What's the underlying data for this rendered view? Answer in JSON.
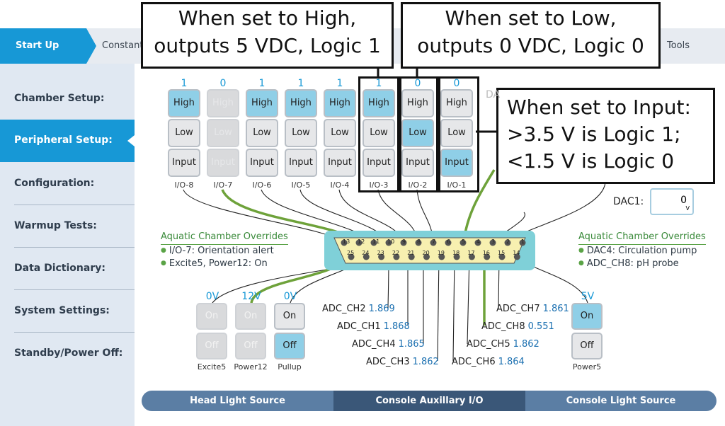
{
  "top_tabs": {
    "start_up": "Start Up",
    "constant": "Constant",
    "tools": "Tools"
  },
  "sidebar": {
    "items": [
      {
        "label": "Chamber Setup:"
      },
      {
        "label": "Peripheral Setup:"
      },
      {
        "label": "Configuration:"
      },
      {
        "label": "Warmup Tests:"
      },
      {
        "label": "Data Dictionary:"
      },
      {
        "label": "System Settings:"
      },
      {
        "label": "Standby/Power Off:"
      }
    ]
  },
  "callouts": {
    "high_line1": "When set to High,",
    "high_line2": "outputs 5 VDC, Logic 1",
    "low_line1": "When set to Low,",
    "low_line2": "outputs 0 VDC, Logic 0",
    "input_line1": "When set to Input:",
    "input_line2": ">3.5 V is Logic 1;",
    "input_line3": "<1.5 V is Logic 0"
  },
  "io_buttons": {
    "high": "High",
    "low": "Low",
    "input": "Input"
  },
  "io": [
    {
      "name": "I/O-8",
      "value": "1",
      "selected": "high"
    },
    {
      "name": "I/O-7",
      "value": "0",
      "selected": "none"
    },
    {
      "name": "I/O-6",
      "value": "1",
      "selected": "high"
    },
    {
      "name": "I/O-5",
      "value": "1",
      "selected": "high"
    },
    {
      "name": "I/O-4",
      "value": "1",
      "selected": "high"
    },
    {
      "name": "I/O-3",
      "value": "1",
      "selected": "high"
    },
    {
      "name": "I/O-2",
      "value": "0",
      "selected": "low"
    },
    {
      "name": "I/O-1",
      "value": "0",
      "selected": "input"
    }
  ],
  "dac_partial": "DA",
  "dac1": {
    "label": "DAC1:",
    "value": "0",
    "unit": "V"
  },
  "overrides_left": {
    "title": "Aquatic Chamber Overrides",
    "items": [
      "I/O-7: Orientation alert",
      "Excite5, Power12: On"
    ]
  },
  "overrides_right": {
    "title": "Aquatic Chamber Overrides",
    "items": [
      "DAC4: Circulation pump",
      "ADC_CH8: pH probe"
    ]
  },
  "connector": {
    "top_pins": [
      "13",
      "12",
      "11",
      "10",
      "9",
      "8",
      "7",
      "6",
      "5",
      "4",
      "3",
      "2",
      "1"
    ],
    "bottom_pins": [
      "25",
      "24",
      "23",
      "22",
      "21",
      "20",
      "19",
      "18",
      "17",
      "16",
      "15",
      "14"
    ]
  },
  "adc": [
    {
      "name": "ADC_CH2",
      "value": "1.869"
    },
    {
      "name": "ADC_CH1",
      "value": "1.868"
    },
    {
      "name": "ADC_CH4",
      "value": "1.865"
    },
    {
      "name": "ADC_CH3",
      "value": "1.862"
    },
    {
      "name": "ADC_CH7",
      "value": "1.861"
    },
    {
      "name": "ADC_CH8",
      "value": "0.551"
    },
    {
      "name": "ADC_CH5",
      "value": "1.862"
    },
    {
      "name": "ADC_CH6",
      "value": "1.864"
    }
  ],
  "switches": {
    "on": "On",
    "off": "Off",
    "excite5": {
      "voltage": "0V",
      "label": "Excite5"
    },
    "power12": {
      "voltage": "12V",
      "label": "Power12"
    },
    "pullup": {
      "voltage": "0V",
      "label": "Pullup"
    },
    "power5": {
      "voltage": "5V",
      "label": "Power5"
    }
  },
  "bottom_tabs": [
    "Head Light Source",
    "Console Auxillary I/O",
    "Console Light Source"
  ],
  "colors": {
    "accent": "#1798d6",
    "selected_button": "#8fcfe7",
    "wire_green": "#6ea23a",
    "connector_yellow": "#f7f0b0",
    "connector_teal": "#7fd0d8"
  }
}
